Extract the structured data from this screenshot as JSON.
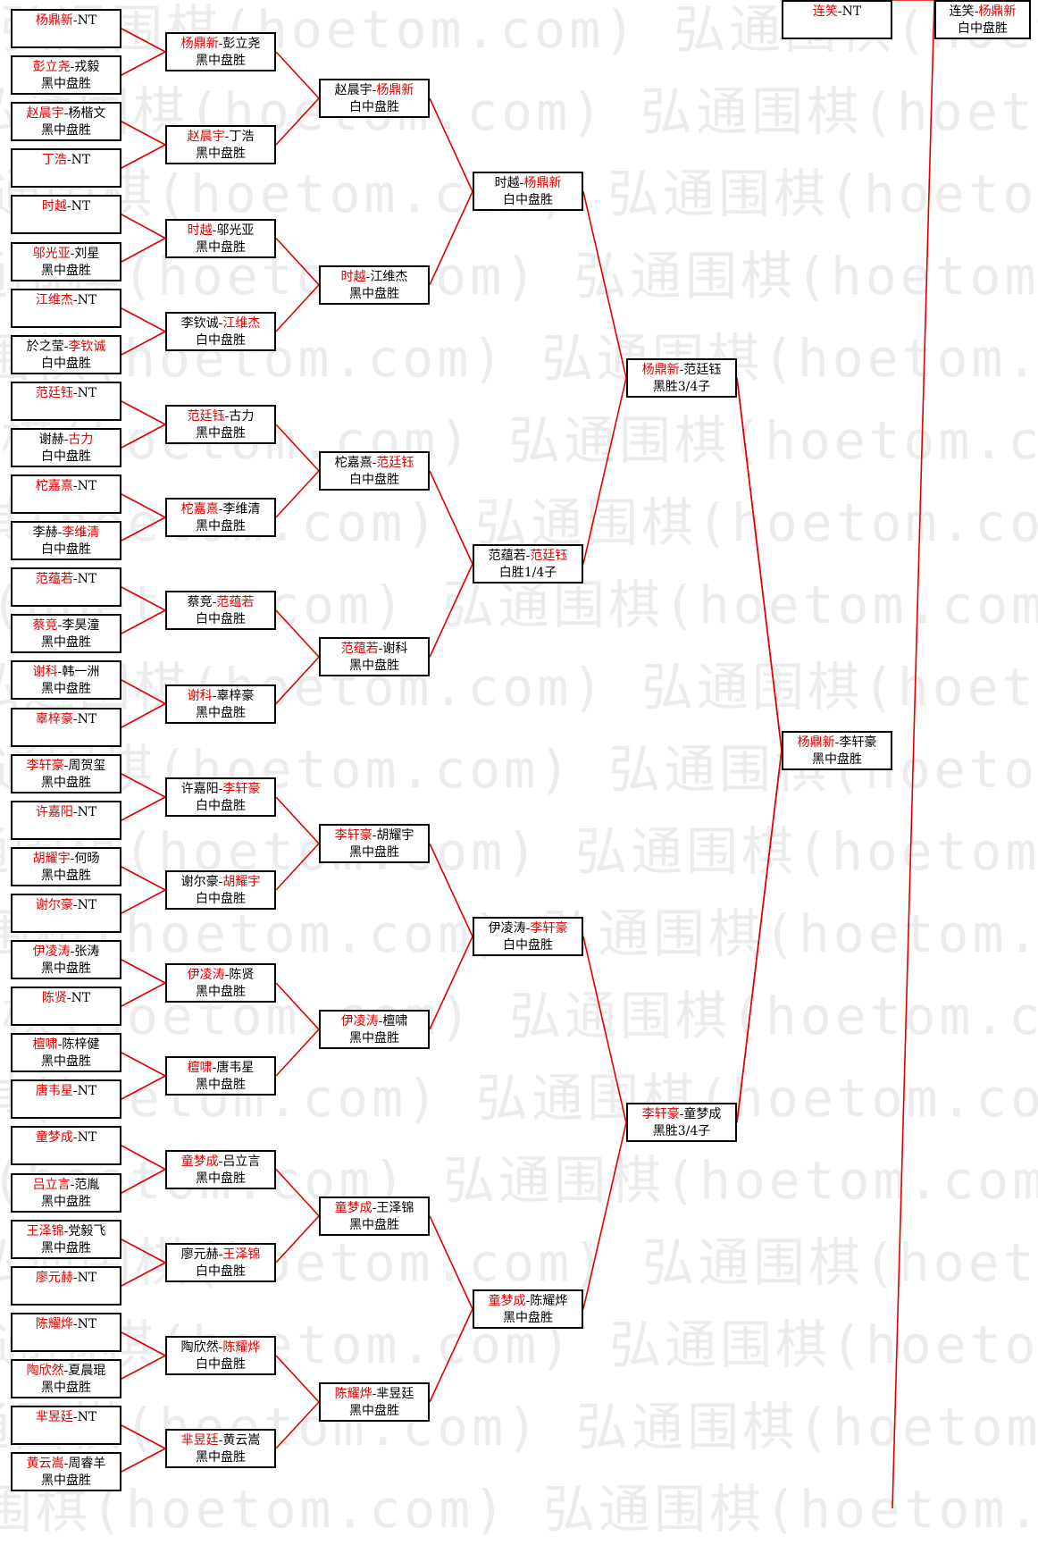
{
  "watermark_text": "弘通围棋(hoetom.com)",
  "colors": {
    "winner": "#e00000",
    "connector": "#e00000",
    "border": "#000000"
  },
  "rounds": [
    {
      "name": "round1",
      "matches": [
        {
          "p1": "杨鼎新",
          "p2": "NT",
          "winner": 1,
          "result": ""
        },
        {
          "p1": "彭立尧",
          "p2": "戎毅",
          "winner": 1,
          "result": "黑中盘胜"
        },
        {
          "p1": "赵晨宇",
          "p2": "杨楷文",
          "winner": 1,
          "result": "黑中盘胜"
        },
        {
          "p1": "丁浩",
          "p2": "NT",
          "winner": 1,
          "result": ""
        },
        {
          "p1": "时越",
          "p2": "NT",
          "winner": 1,
          "result": ""
        },
        {
          "p1": "邬光亚",
          "p2": "刘星",
          "winner": 1,
          "result": "黑中盘胜"
        },
        {
          "p1": "江维杰",
          "p2": "NT",
          "winner": 1,
          "result": ""
        },
        {
          "p1": "於之莹",
          "p2": "李钦诚",
          "winner": 2,
          "result": "白中盘胜"
        },
        {
          "p1": "范廷钰",
          "p2": "NT",
          "winner": 1,
          "result": ""
        },
        {
          "p1": "谢赫",
          "p2": "古力",
          "winner": 2,
          "result": "白中盘胜"
        },
        {
          "p1": "柁嘉熹",
          "p2": "NT",
          "winner": 1,
          "result": ""
        },
        {
          "p1": "李赫",
          "p2": "李维清",
          "winner": 2,
          "result": "白中盘胜"
        },
        {
          "p1": "范蕴若",
          "p2": "NT",
          "winner": 1,
          "result": ""
        },
        {
          "p1": "蔡竞",
          "p2": "李昊潼",
          "winner": 1,
          "result": "黑中盘胜"
        },
        {
          "p1": "谢科",
          "p2": "韩一洲",
          "winner": 1,
          "result": "黑中盘胜"
        },
        {
          "p1": "辜梓豪",
          "p2": "NT",
          "winner": 1,
          "result": ""
        },
        {
          "p1": "李轩豪",
          "p2": "周贺玺",
          "winner": 1,
          "result": "黑中盘胜"
        },
        {
          "p1": "许嘉阳",
          "p2": "NT",
          "winner": 1,
          "result": ""
        },
        {
          "p1": "胡耀宇",
          "p2": "何旸",
          "winner": 1,
          "result": "黑中盘胜"
        },
        {
          "p1": "谢尔豪",
          "p2": "NT",
          "winner": 1,
          "result": ""
        },
        {
          "p1": "伊凌涛",
          "p2": "张涛",
          "winner": 1,
          "result": "黑中盘胜"
        },
        {
          "p1": "陈贤",
          "p2": "NT",
          "winner": 1,
          "result": ""
        },
        {
          "p1": "檀啸",
          "p2": "陈梓健",
          "winner": 1,
          "result": "黑中盘胜"
        },
        {
          "p1": "唐韦星",
          "p2": "NT",
          "winner": 1,
          "result": ""
        },
        {
          "p1": "童梦成",
          "p2": "NT",
          "winner": 1,
          "result": ""
        },
        {
          "p1": "吕立言",
          "p2": "范胤",
          "winner": 1,
          "result": "黑中盘胜"
        },
        {
          "p1": "王泽锦",
          "p2": "党毅飞",
          "winner": 1,
          "result": "黑中盘胜"
        },
        {
          "p1": "廖元赫",
          "p2": "NT",
          "winner": 1,
          "result": ""
        },
        {
          "p1": "陈耀烨",
          "p2": "NT",
          "winner": 1,
          "result": ""
        },
        {
          "p1": "陶欣然",
          "p2": "夏晨琨",
          "winner": 1,
          "result": "黑中盘胜"
        },
        {
          "p1": "芈昱廷",
          "p2": "NT",
          "winner": 1,
          "result": ""
        },
        {
          "p1": "黄云嵩",
          "p2": "周睿羊",
          "winner": 1,
          "result": "黑中盘胜"
        }
      ]
    },
    {
      "name": "round2",
      "matches": [
        {
          "p1": "杨鼎新",
          "p2": "彭立尧",
          "winner": 1,
          "result": "黑中盘胜"
        },
        {
          "p1": "赵晨宇",
          "p2": "丁浩",
          "winner": 1,
          "result": "黑中盘胜"
        },
        {
          "p1": "时越",
          "p2": "邬光亚",
          "winner": 1,
          "result": "黑中盘胜"
        },
        {
          "p1": "李钦诚",
          "p2": "江维杰",
          "winner": 2,
          "result": "白中盘胜"
        },
        {
          "p1": "范廷钰",
          "p2": "古力",
          "winner": 1,
          "result": "黑中盘胜"
        },
        {
          "p1": "柁嘉熹",
          "p2": "李维清",
          "winner": 1,
          "result": "黑中盘胜"
        },
        {
          "p1": "蔡竞",
          "p2": "范蕴若",
          "winner": 2,
          "result": "白中盘胜"
        },
        {
          "p1": "谢科",
          "p2": "辜梓豪",
          "winner": 1,
          "result": "黑中盘胜"
        },
        {
          "p1": "许嘉阳",
          "p2": "李轩豪",
          "winner": 2,
          "result": "白中盘胜"
        },
        {
          "p1": "谢尔豪",
          "p2": "胡耀宇",
          "winner": 2,
          "result": "白中盘胜"
        },
        {
          "p1": "伊凌涛",
          "p2": "陈贤",
          "winner": 1,
          "result": "黑中盘胜"
        },
        {
          "p1": "檀啸",
          "p2": "唐韦星",
          "winner": 1,
          "result": "黑中盘胜"
        },
        {
          "p1": "童梦成",
          "p2": "吕立言",
          "winner": 1,
          "result": "黑中盘胜"
        },
        {
          "p1": "廖元赫",
          "p2": "王泽锦",
          "winner": 2,
          "result": "白中盘胜"
        },
        {
          "p1": "陶欣然",
          "p2": "陈耀烨",
          "winner": 2,
          "result": "白中盘胜"
        },
        {
          "p1": "芈昱廷",
          "p2": "黄云嵩",
          "winner": 1,
          "result": "黑中盘胜"
        }
      ]
    },
    {
      "name": "round3",
      "matches": [
        {
          "p1": "赵晨宇",
          "p2": "杨鼎新",
          "winner": 2,
          "result": "白中盘胜"
        },
        {
          "p1": "时越",
          "p2": "江维杰",
          "winner": 1,
          "result": "黑中盘胜"
        },
        {
          "p1": "柁嘉熹",
          "p2": "范廷钰",
          "winner": 2,
          "result": "白中盘胜"
        },
        {
          "p1": "范蕴若",
          "p2": "谢科",
          "winner": 1,
          "result": "黑中盘胜"
        },
        {
          "p1": "李轩豪",
          "p2": "胡耀宇",
          "winner": 1,
          "result": "黑中盘胜"
        },
        {
          "p1": "伊凌涛",
          "p2": "檀啸",
          "winner": 1,
          "result": "黑中盘胜"
        },
        {
          "p1": "童梦成",
          "p2": "王泽锦",
          "winner": 1,
          "result": "黑中盘胜"
        },
        {
          "p1": "陈耀烨",
          "p2": "芈昱廷",
          "winner": 1,
          "result": "黑中盘胜"
        }
      ]
    },
    {
      "name": "round4",
      "matches": [
        {
          "p1": "时越",
          "p2": "杨鼎新",
          "winner": 2,
          "result": "白中盘胜"
        },
        {
          "p1": "范蕴若",
          "p2": "范廷钰",
          "winner": 2,
          "result": "白胜1/4子"
        },
        {
          "p1": "伊凌涛",
          "p2": "李轩豪",
          "winner": 2,
          "result": "白中盘胜"
        },
        {
          "p1": "童梦成",
          "p2": "陈耀烨",
          "winner": 1,
          "result": "黑中盘胜"
        }
      ]
    },
    {
      "name": "round5",
      "matches": [
        {
          "p1": "杨鼎新",
          "p2": "范廷钰",
          "winner": 1,
          "result": "黑胜3/4子"
        },
        {
          "p1": "李轩豪",
          "p2": "童梦成",
          "winner": 1,
          "result": "黑胜3/4子"
        }
      ]
    },
    {
      "name": "round6",
      "matches": [
        {
          "p1": "杨鼎新",
          "p2": "李轩豪",
          "winner": 1,
          "result": "黑中盘胜"
        },
        {
          "p1": "连笑",
          "p2": "NT",
          "winner": 1,
          "result": ""
        }
      ]
    },
    {
      "name": "final",
      "matches": [
        {
          "p1": "连笑",
          "p2": "杨鼎新",
          "winner": 2,
          "result": "白中盘胜"
        }
      ]
    }
  ]
}
